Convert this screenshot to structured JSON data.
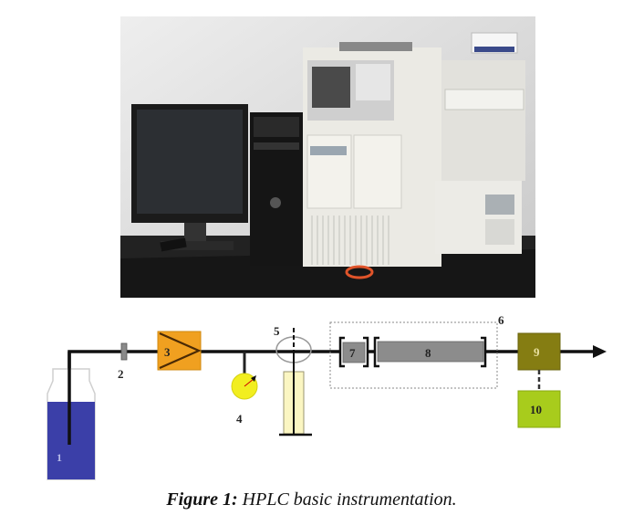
{
  "photo": {
    "description": "HPLC system photograph: computer monitor, PC tower, Waters HPLC separations module and detector on a black lab bench"
  },
  "diagram": {
    "labels": {
      "solvent_reservoir": "1",
      "filter": "2",
      "pump": "3",
      "pressure_gauge": "4",
      "injector": "5",
      "column_oven": "6",
      "guard_column": "7",
      "analytical_column": "8",
      "detector": "9",
      "data_system": "10"
    },
    "colors": {
      "solvent": "#3b3fa8",
      "pump": "#f0a020",
      "gauge": "#f2ee20",
      "sample_loop": "#fbf6c2",
      "column": "#8c8c8c",
      "detector": "#857d12",
      "data_system": "#a8cc1c"
    }
  },
  "caption": {
    "prefix": "Figure 1:",
    "text": " HPLC basic instrumentation."
  }
}
